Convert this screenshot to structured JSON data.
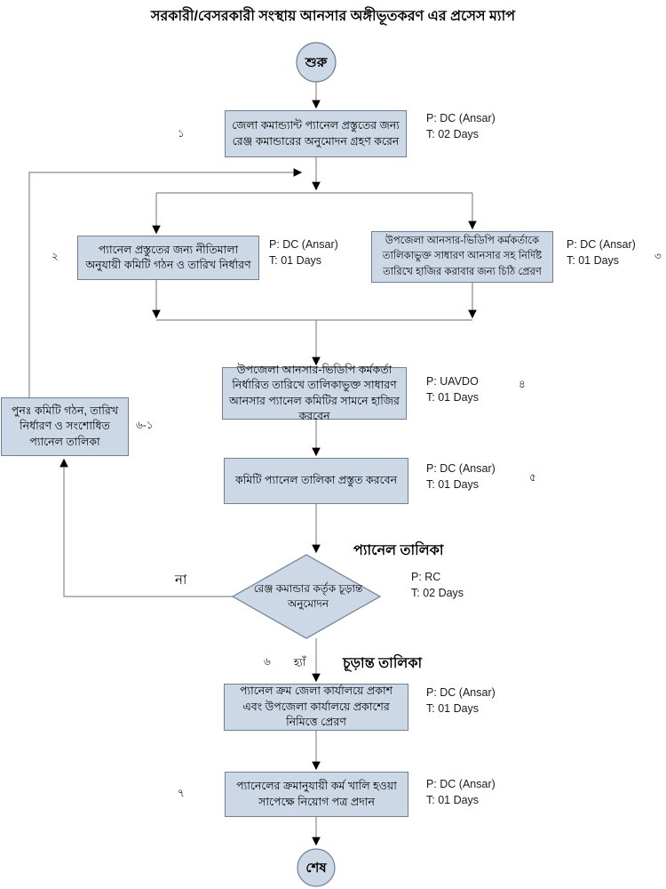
{
  "title": "সরকারী/বেসরকারী সংস্থায় আনসার অঙ্গীভূতকরণ এর প্রসেস ম্যাপ",
  "terminals": {
    "start": "শুরু",
    "end": "শেষ"
  },
  "nodes": {
    "step1": {
      "num": "১",
      "text": "জেলা কমান্ড্যান্ট প্যানেল প্রস্তুতের জন্য রেঞ্জ কমান্ডারের অনুমোদন গ্রহণ করেন",
      "p": "P: DC (Ansar)",
      "t": "T: 02 Days"
    },
    "step2": {
      "num": "২",
      "text": "প্যানেল প্রস্তুতের জন্য নীতিমালা অনুযায়ী কমিটি গঠন ও তারিখ নির্ধারণ",
      "p": "P: DC (Ansar)",
      "t": "T: 01 Days"
    },
    "step3": {
      "num": "৩",
      "text": "উপজেলা আনসার-ভিডিপি কর্মকর্তাকে তালিকাভুক্ত সাধারণ আনসার সহ নির্দিষ্ট তারিখে হাজির করাবার জন্য চিঠি প্রেরণ",
      "p": "P: DC (Ansar)",
      "t": "T: 01 Days"
    },
    "step4": {
      "num": "৪",
      "text": "উপজেলা আনসার-ভিডিপি কর্মকর্তা নির্ধারিত তারিখে তালিকাভুক্ত সাধারণ আনসার প্যানেল কমিটির সামনে হাজির করবেন",
      "p": "P: UAVDO",
      "t": "T: 01 Days"
    },
    "step5": {
      "num": "৫",
      "text": "কমিটি প্যানেল তালিকা প্রস্তুত করবেন",
      "p": "P: DC (Ansar)",
      "t": "T: 01 Days"
    },
    "decision": {
      "num": "৬",
      "text": "রেঞ্জ কমান্ডার কর্তৃক চূড়ান্ত অনুমোদন",
      "p": "P: RC",
      "t": "T: 02 Days"
    },
    "rework": {
      "num": "৬-১",
      "text": "পুনঃ  কমিটি গঠন, তারিখ নির্ধারণ ও সংশোধিত প্যানেল তালিকা"
    },
    "step6": {
      "text": "প্যানেল ক্রম জেলা কার্যালয়ে প্রকাশ এবং উপজেলা কার্যালয়ে প্রকাশের নিমিত্তে প্রেরণ",
      "p": "P: DC (Ansar)",
      "t": "T: 01 Days"
    },
    "step7": {
      "num": "৭",
      "text": "প্যানেলের ক্রমানুযায়ী কর্ম খালি হওয়া সাপেক্ষে নিয়োগ পত্র প্রদান",
      "p": "P: DC (Ansar)",
      "t": "T: 01 Days"
    }
  },
  "labels": {
    "panel_list": "প্যানেল তালিকা",
    "final_list": "চূড়ান্ত তালিকা",
    "no": "না",
    "yes": "হ্যাঁ"
  },
  "colors": {
    "node_fill": "#ccd8e6",
    "node_border": "#708090",
    "line": "#8a8a8a",
    "arrowhead": "#000000"
  }
}
